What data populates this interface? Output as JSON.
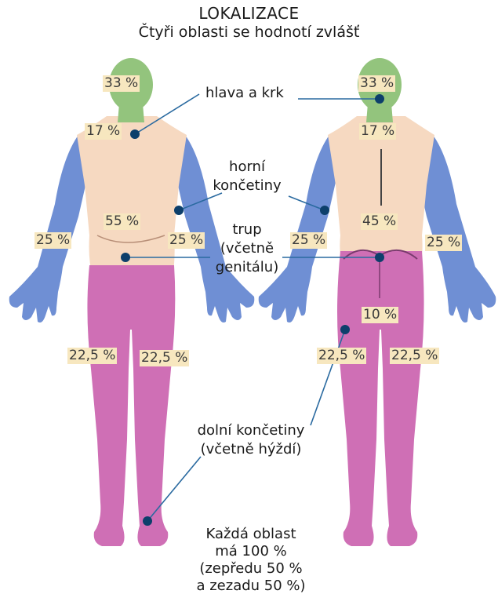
{
  "header": {
    "title": "LOKALIZACE",
    "subtitle": "Čtyři oblasti se hodnotí zvlášť"
  },
  "labels": {
    "head_neck": "hlava a krk",
    "upper_limbs": [
      "horní",
      "končetiny"
    ],
    "trunk": [
      "trup",
      "(včetně",
      "genitálu)"
    ],
    "lower_limbs": [
      "dolní končetiny",
      "(včetně hýždí)"
    ],
    "note": [
      "Každá oblast",
      "má 100 %",
      "(zepředu 50 %",
      "a zezadu 50 %)"
    ]
  },
  "front": {
    "head": "33 %",
    "neck": "17 %",
    "trunk": "55 %",
    "arm_right": "25 %",
    "arm_left": "25 %",
    "leg_right": "22,5 %",
    "leg_left": "22,5 %"
  },
  "back": {
    "head": "33 %",
    "neck": "17 %",
    "trunk": "45 %",
    "arm_left": "25 %",
    "arm_right": "25 %",
    "buttocks": "10 %",
    "leg_left": "22,5 %",
    "leg_right": "22,5 %"
  },
  "colors": {
    "head_neck": "#93c47d",
    "upper_limbs": "#6f8fd4",
    "trunk": "#f6d9c1",
    "lower_limbs": "#cf6fb5",
    "badge": "#f7e7bf",
    "marker": "#0d3f6b",
    "line": "#2a6aa0"
  }
}
